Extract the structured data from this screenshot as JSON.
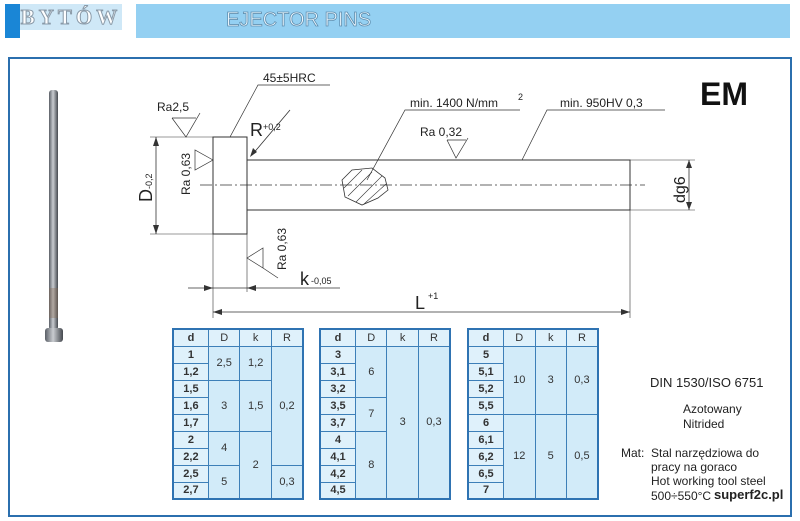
{
  "header": {
    "brand": "BYTÓW",
    "title": "EJECTOR PINS"
  },
  "product_code": "EM",
  "drawing": {
    "hardness_head": "45±5HRC",
    "ra_head_top": "Ra2,5",
    "radius": "R",
    "radius_tol": "+0,2",
    "ra_head_face": "Ra 0,63",
    "ra_under_head": "Ra 0,63",
    "strength": "min. 1400 N/mm",
    "strength_sup": "2",
    "ra_shaft": "Ra 0,32",
    "surface_hardness": "min. 950HV 0,3",
    "D_label": "D",
    "D_tol": "-0,2",
    "k_label": "k",
    "k_tol": "-0,05",
    "L_label": "L",
    "L_tol": "+1",
    "d_label": "dg6"
  },
  "tables": [
    {
      "headers": [
        "d",
        "D",
        "k",
        "R"
      ],
      "d": [
        "1",
        "1,2",
        "1,5",
        "1,6",
        "1,7",
        "2",
        "2,2",
        "2,5",
        "2,7"
      ],
      "D": [
        {
          "v": "2,5",
          "span": 2
        },
        {
          "v": "3",
          "span": 3
        },
        {
          "v": "4",
          "span": 2
        },
        {
          "v": "5",
          "span": 2
        }
      ],
      "k": [
        {
          "v": "1,2",
          "span": 2
        },
        {
          "v": "1,5",
          "span": 3
        },
        {
          "v": "2",
          "span": 4
        }
      ],
      "R": [
        {
          "v": "0,2",
          "span": 7
        },
        {
          "v": "0,3",
          "span": 2
        }
      ]
    },
    {
      "headers": [
        "d",
        "D",
        "k",
        "R"
      ],
      "d": [
        "3",
        "3,1",
        "3,2",
        "3,5",
        "3,7",
        "4",
        "4,1",
        "4,2",
        "4,5"
      ],
      "D": [
        {
          "v": "6",
          "span": 3
        },
        {
          "v": "7",
          "span": 2
        },
        {
          "v": "8",
          "span": 4
        }
      ],
      "k": [
        {
          "v": "3",
          "span": 9
        }
      ],
      "R": [
        {
          "v": "0,3",
          "span": 9
        }
      ]
    },
    {
      "headers": [
        "d",
        "D",
        "k",
        "R"
      ],
      "d": [
        "5",
        "5,1",
        "5,2",
        "5,5",
        "6",
        "6,1",
        "6,2",
        "6,5",
        "7"
      ],
      "D": [
        {
          "v": "10",
          "span": 4
        },
        {
          "v": "12",
          "span": 5
        }
      ],
      "k": [
        {
          "v": "3",
          "span": 4
        },
        {
          "v": "5",
          "span": 5
        }
      ],
      "R": [
        {
          "v": "0,3",
          "span": 4
        },
        {
          "v": "0,5",
          "span": 5
        }
      ]
    }
  ],
  "notes": {
    "standard": "DIN 1530/ISO 6751",
    "treatment_pl": "Azotowany",
    "treatment_en": "Nitrided",
    "mat_label": "Mat:",
    "mat_line1": "Stal narzędziowa do",
    "mat_line2": "pracy na goraco",
    "mat_line3": "Hot working tool steel",
    "mat_line4": "500÷550°C",
    "watermark": "superf2c.pl"
  }
}
